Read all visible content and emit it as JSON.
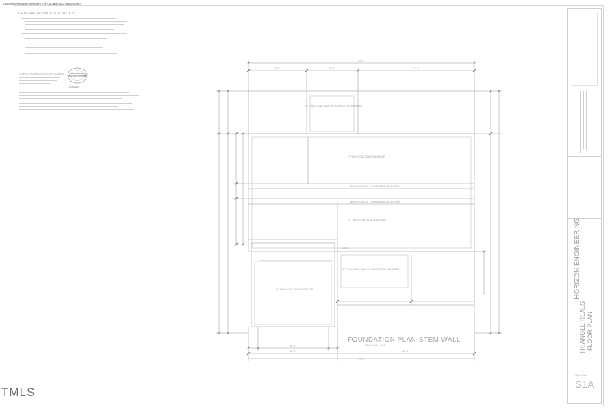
{
  "header": {
    "docusign_envelope": "Docusign Envelope ID: 9D92DEF7-F5F2-4C7B-8E9D-D7A06D4E2960"
  },
  "notes": {
    "title": "GENERAL FOUNDATION NOTES:",
    "line_count": 13
  },
  "certification": {
    "title": "STRUCTURAL EVALUATION BY:",
    "seal_date": "7/25/2024",
    "seal_text": "DocuSign Envelope"
  },
  "plan": {
    "title": "FOUNDATION PLAN-STEM WALL",
    "scale": "SCALE: 1/4\" = 1'-0\"",
    "labels": {
      "slab_top": "4\" THICK CONC SLAB ON COMPACTED SUBGRADE",
      "slab_mid": "4\" THICK CONC SLAB SUBGRADE",
      "slab_lower": "4\" THICK CONC SLAB SUBGRADE",
      "slab_left_lower": "4\" THICK CONC SLAB SUBGRADE",
      "slab_right_lower": "4\" THICK CONC SLAB ON COMPACTED SUBGRADE",
      "brick_ledge_1": "BRICK LEDGE AT THICKENED SLAB SECTION",
      "brick_ledge_2": "BRICK LEDGE AT THICKENED SLAB SECTION",
      "step": "STEP",
      "dims_top": [
        "32'-0\"",
        "8'-0\"",
        "6'-0\"",
        "17'-8\""
      ],
      "dims_bottom": [
        "32'-0\"",
        "16'-0\"",
        "10'-0\"",
        "20'-0\""
      ]
    }
  },
  "title_block": {
    "firm": "HORIZON ENGINEERING",
    "project": "TRIANGLE REALS",
    "sheet_title": "FLOOR PLAN",
    "sheet_label": "Sheet No.",
    "sheet_number": "S1A"
  },
  "watermark": {
    "text": "TMLS"
  }
}
